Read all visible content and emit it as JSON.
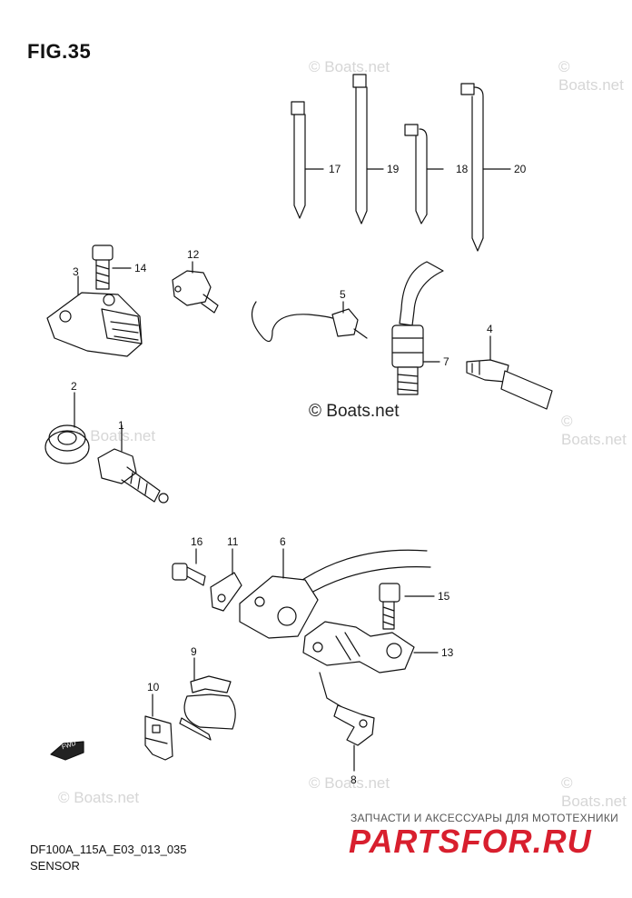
{
  "figure": {
    "title": "FIG.35"
  },
  "footer": {
    "code": "DF100A_115A_E03_013_035",
    "caption": "SENSOR"
  },
  "watermark": {
    "corner_text": "© Boats.net",
    "center_text": "© Boats.net"
  },
  "promo": {
    "tagline": "ЗАПЧАСТИ И АКСЕССУАРЫ ДЛЯ МОТОТЕХНИКИ",
    "logo": "PARTSFOR.RU"
  },
  "fwd_label": "FWD",
  "callouts": {
    "c1": "1",
    "c2": "2",
    "c3": "3",
    "c4": "4",
    "c5": "5",
    "c6": "6",
    "c7": "7",
    "c8": "8",
    "c9": "9",
    "c10": "10",
    "c11": "11",
    "c12": "12",
    "c13": "13",
    "c14": "14",
    "c15": "15",
    "c16": "16",
    "c17": "17",
    "c18": "18",
    "c19": "19",
    "c20": "20"
  },
  "colors": {
    "line": "#111111",
    "watermark": "#d6d6d6",
    "promo": "#d81f2e"
  }
}
